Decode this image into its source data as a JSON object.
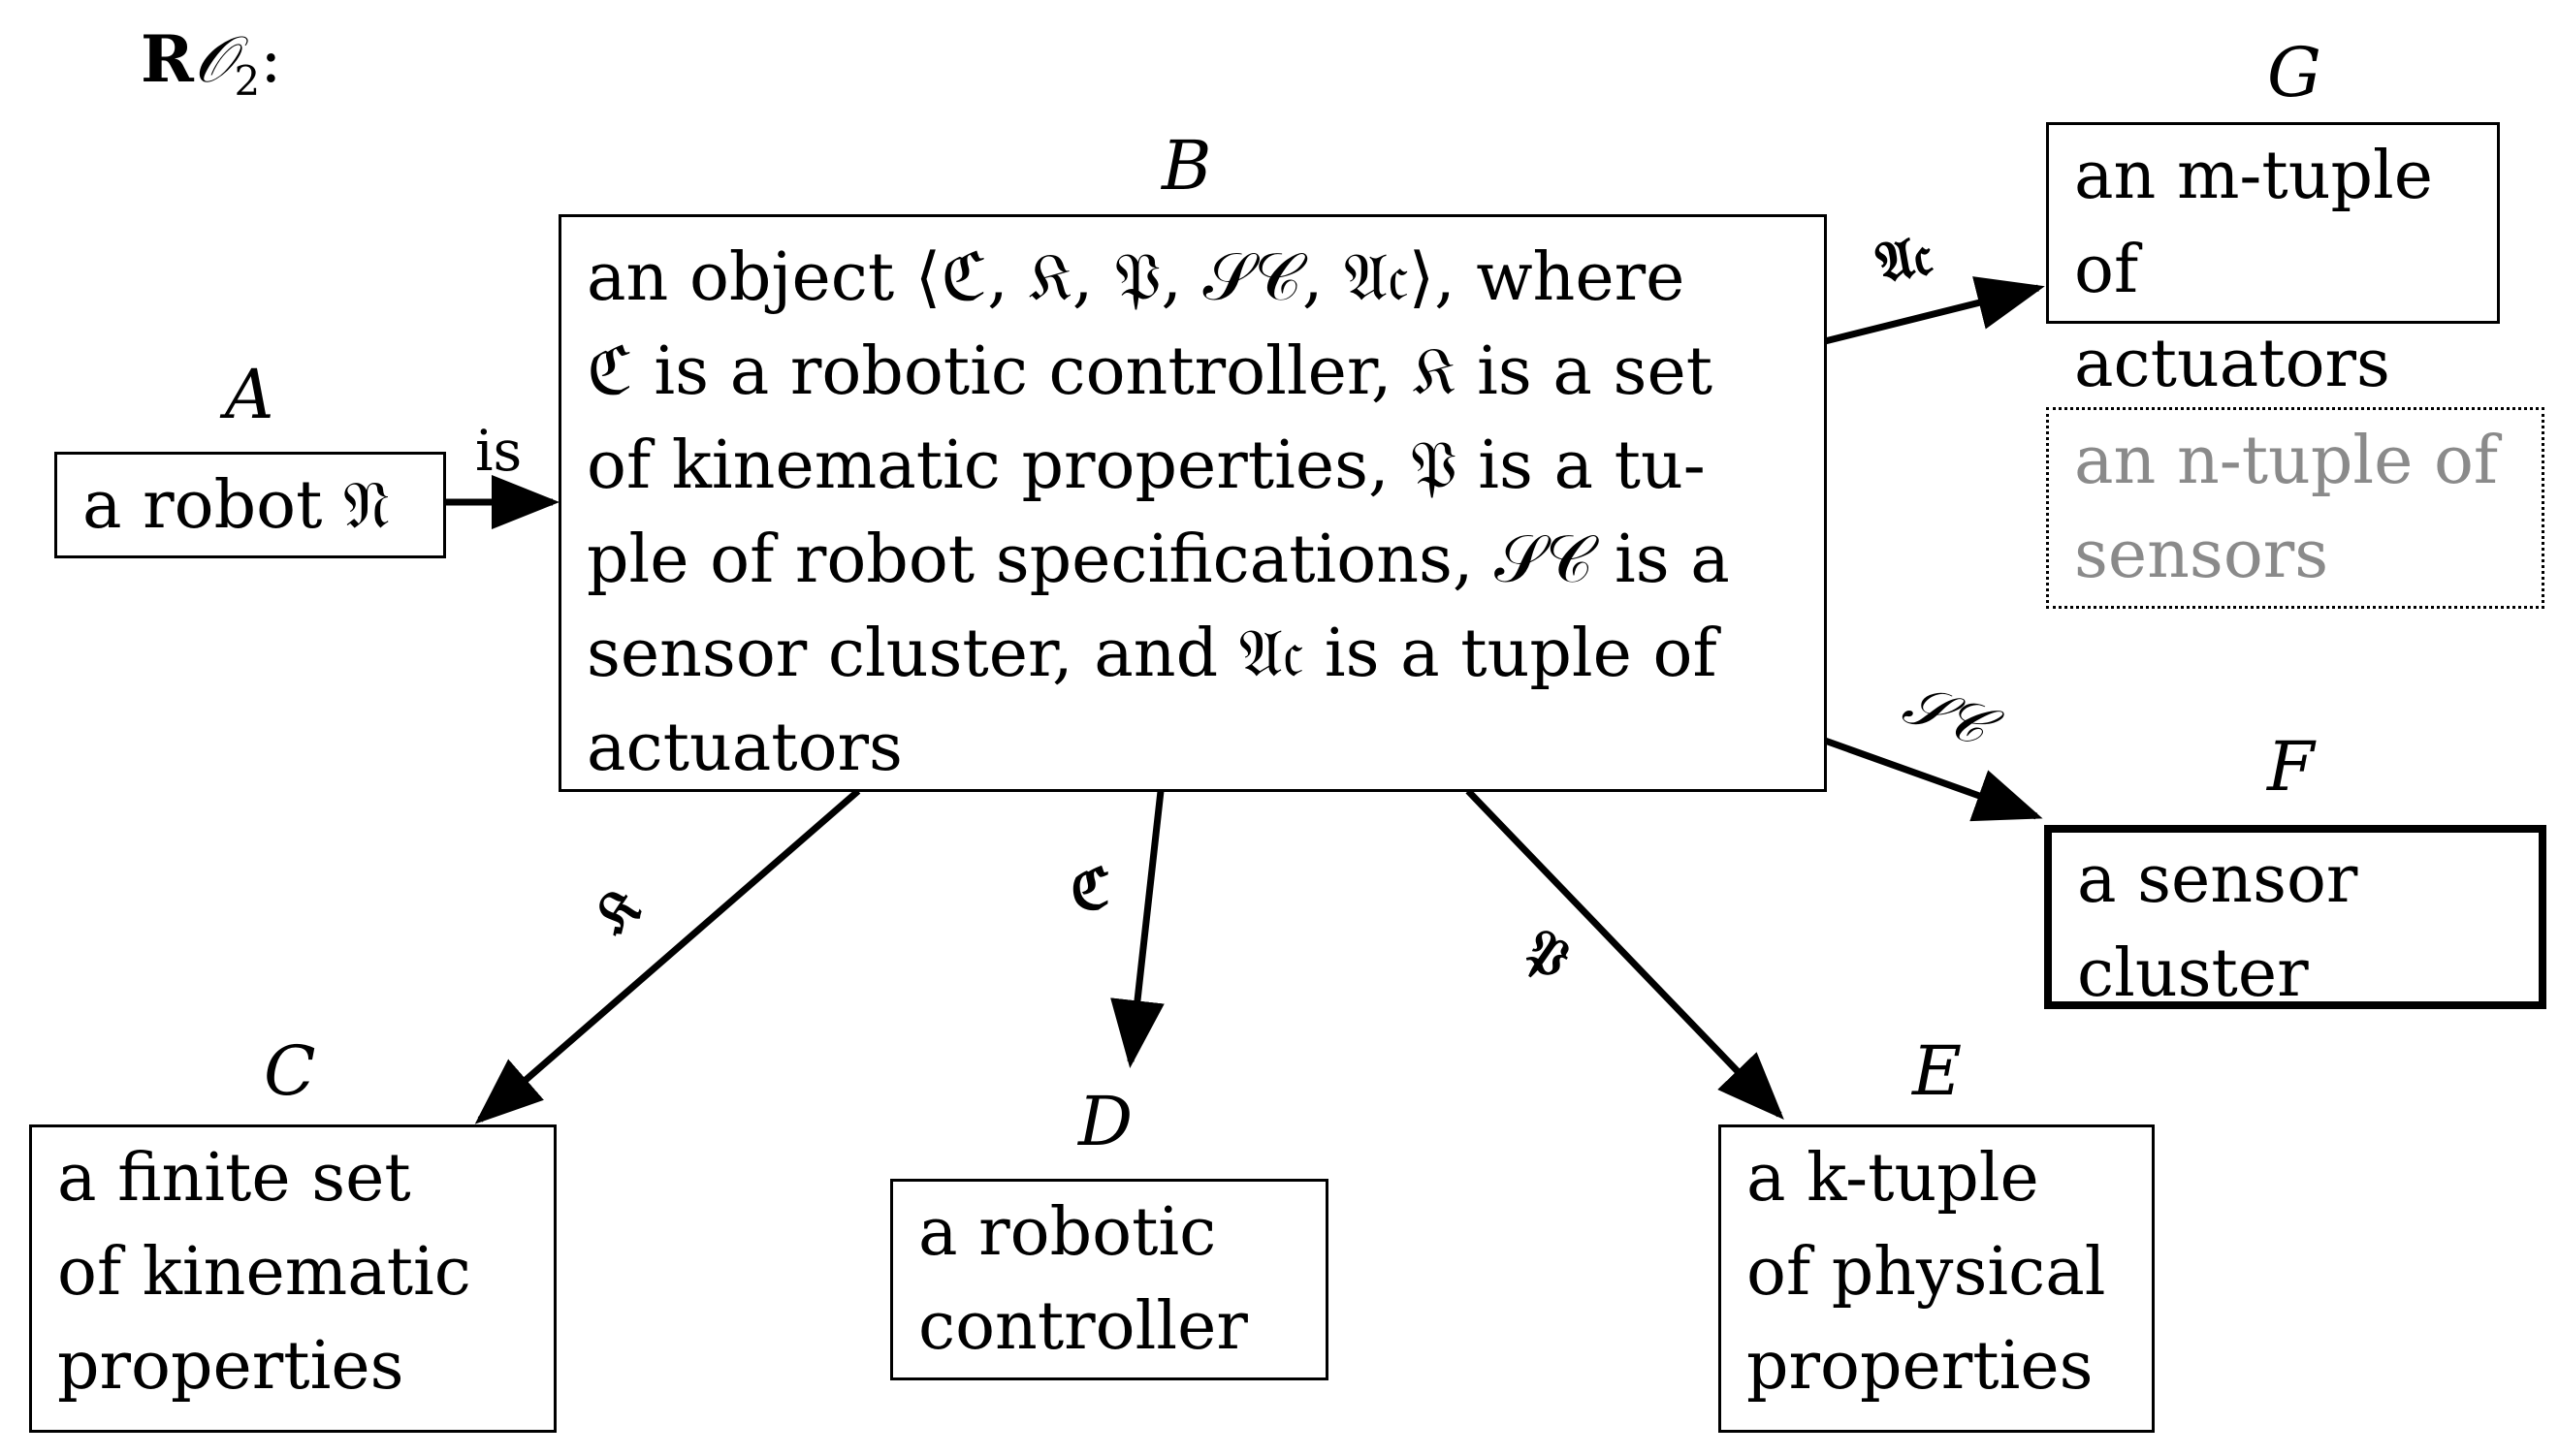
{
  "title": {
    "prefix": "R",
    "cal": "𝒪",
    "sub": "2",
    "suffix": ":"
  },
  "nodes": {
    "A": {
      "letter": "A",
      "text": "a robot 𝔑"
    },
    "B": {
      "letter": "B",
      "lines": [
        "an object ⟨ℭ, 𝔎, 𝔓, 𝒮𝒞, 𝔄𝔠⟩, where",
        "ℭ is a robotic controller, 𝔎 is a set",
        "of kinematic properties, 𝔓 is a tu-",
        "ple of robot specifications, 𝒮𝒞 is a",
        "sensor cluster, and 𝔄𝔠 is a tuple of",
        "actuators"
      ]
    },
    "C": {
      "letter": "C",
      "lines": [
        "a finite set",
        "of kinematic",
        "properties"
      ]
    },
    "D": {
      "letter": "D",
      "lines": [
        "a robotic",
        "controller"
      ]
    },
    "E": {
      "letter": "E",
      "lines": [
        "a k-tuple",
        "of physical",
        "properties"
      ]
    },
    "F": {
      "letter": "F",
      "lines": [
        "a sensor",
        "cluster"
      ]
    },
    "G": {
      "letter": "G",
      "lines": [
        "an m-tuple",
        "of actuators"
      ]
    },
    "H": {
      "lines": [
        "an n-tuple of",
        "sensors"
      ]
    }
  },
  "edges": {
    "A_B": "is",
    "B_G": "𝔄𝔠",
    "B_F": "𝒮𝒞",
    "B_C": "𝔎",
    "B_D": "ℭ",
    "B_E": "𝔓"
  },
  "colors": {
    "ink": "#000000",
    "faded": "#8a8a8a"
  }
}
